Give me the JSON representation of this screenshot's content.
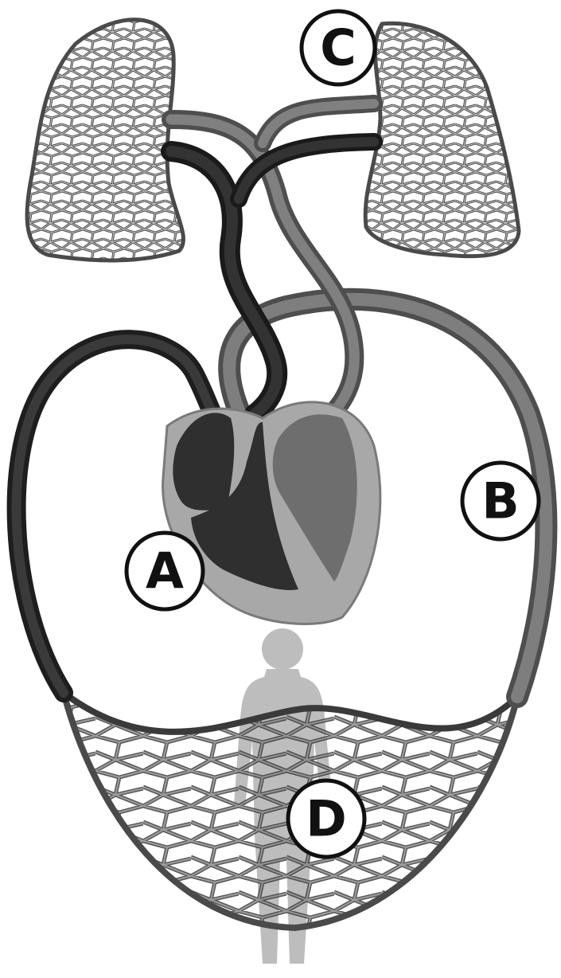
{
  "labels": {
    "a": "A",
    "b": "B",
    "c": "C",
    "d": "D"
  },
  "colors": {
    "deoxygenated": "#2b2b2b",
    "oxygenated": "#6e6e6e",
    "heart_tissue": "#a8a8a8",
    "body_silhouette": "#bdbdbd",
    "label_fill": "#ffffff",
    "label_text": "#111111"
  }
}
